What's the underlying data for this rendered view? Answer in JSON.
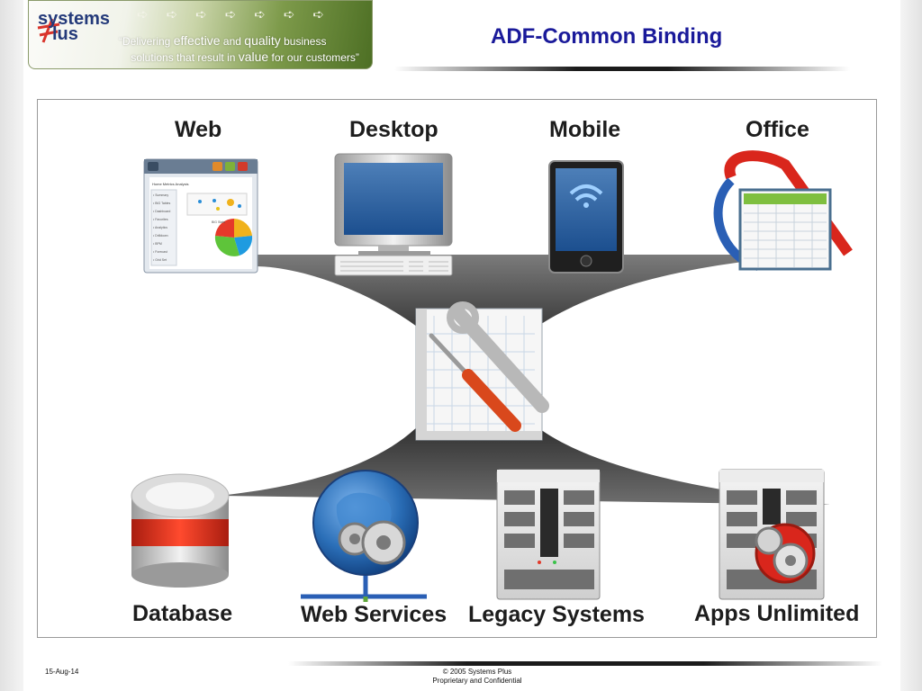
{
  "header": {
    "logo": {
      "line1": "systems",
      "line2": "lus"
    },
    "tagline": {
      "q_open": "“",
      "w1": "Delivering ",
      "w2": "effective",
      "w3": " and ",
      "w4": "quality",
      "w5": " business",
      "w6": "solutions that result in ",
      "w7": "value",
      "w8": " for our customers",
      "q_close": "”"
    },
    "title": "ADF-Common Binding"
  },
  "diagram": {
    "top_labels": {
      "web": "Web",
      "desktop": "Desktop",
      "mobile": "Mobile",
      "office": "Office"
    },
    "bottom_labels": {
      "database": "Database",
      "web_services": "Web Services",
      "legacy": "Legacy Systems",
      "apps": "Apps Unlimited"
    },
    "web_window": {
      "menu": "Home  Metrics  Analysis",
      "side_items": [
        "• Summary",
        "• BIG Tables",
        "• Dashboard",
        "• Favorites",
        "• Analytics",
        "• Drilldown",
        "• BPM",
        "• Forecast",
        "• Grid Set"
      ],
      "chart_caption": "BIG Stats"
    }
  },
  "footer": {
    "date": "15-Aug-14",
    "copyright": "© 2005 Systems Plus",
    "confidential": "Proprietary and Confidential"
  }
}
